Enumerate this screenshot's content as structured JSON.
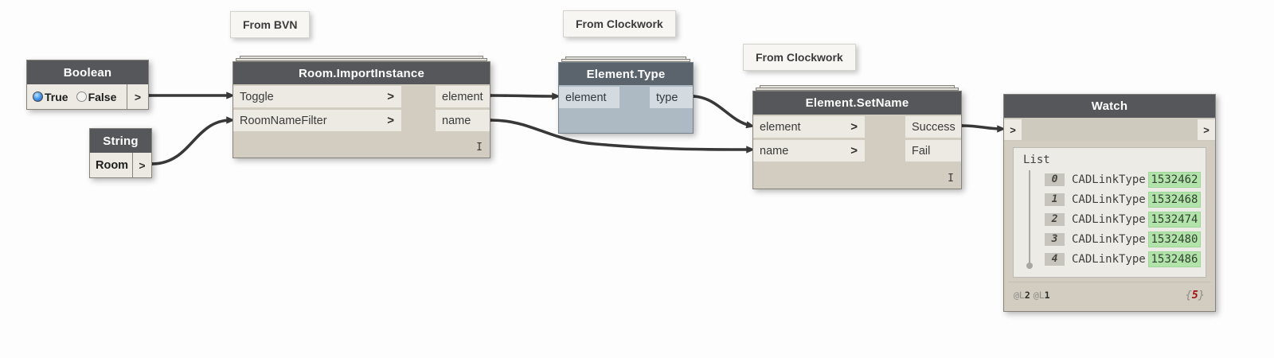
{
  "ui": {
    "chevron": ">",
    "lacing_glyph": "I"
  },
  "notes": [
    {
      "text": "From BVN"
    },
    {
      "text": "From Clockwork"
    },
    {
      "text": "From Clockwork"
    }
  ],
  "nodes": {
    "boolean": {
      "title": "Boolean",
      "options": [
        {
          "label": "True",
          "selected": true
        },
        {
          "label": "False",
          "selected": false
        }
      ],
      "output_port": ">"
    },
    "string": {
      "title": "String",
      "value": "Room",
      "output_port": ">"
    },
    "room_import": {
      "title": "Room.ImportInstance",
      "inputs": [
        "Toggle",
        "RoomNameFilter"
      ],
      "outputs": [
        "element",
        "name"
      ]
    },
    "element_type": {
      "title": "Element.Type",
      "inputs": [
        "element"
      ],
      "outputs": [
        "type"
      ]
    },
    "set_name": {
      "title": "Element.SetName",
      "inputs": [
        "element",
        "name"
      ],
      "outputs": [
        "Success",
        "Fail"
      ]
    },
    "watch": {
      "title": "Watch",
      "input_port": ">",
      "output_port": ">",
      "list_label": "List",
      "rows": [
        {
          "index": "0",
          "type": "CADLinkType",
          "value": "1532462"
        },
        {
          "index": "1",
          "type": "CADLinkType",
          "value": "1532468"
        },
        {
          "index": "2",
          "type": "CADLinkType",
          "value": "1532474"
        },
        {
          "index": "3",
          "type": "CADLinkType",
          "value": "1532480"
        },
        {
          "index": "4",
          "type": "CADLinkType",
          "value": "1532486"
        }
      ],
      "levels": [
        "@L2",
        "@L1"
      ],
      "count": {
        "open": "{",
        "value": "5",
        "close": "}"
      }
    }
  },
  "wires": [
    {
      "from": "Boolean.out",
      "to": "Room.ImportInstance.Toggle"
    },
    {
      "from": "String.out",
      "to": "Room.ImportInstance.RoomNameFilter"
    },
    {
      "from": "Room.ImportInstance.element",
      "to": "Element.Type.element"
    },
    {
      "from": "Room.ImportInstance.name",
      "to": "Element.SetName.name"
    },
    {
      "from": "Element.Type.type",
      "to": "Element.SetName.element"
    },
    {
      "from": "Element.SetName.Success",
      "to": "Watch.in"
    }
  ],
  "colors": {
    "header": "#56575a",
    "body": "#d2ccc1",
    "chip": "#edeae4",
    "blue_header": "#5b646c",
    "blue_body": "#adbac3",
    "blue_chip": "#d3dbe0",
    "green_value": "#b1e3ab",
    "wire": "#383838",
    "index_badge": "#c6c4bd"
  }
}
